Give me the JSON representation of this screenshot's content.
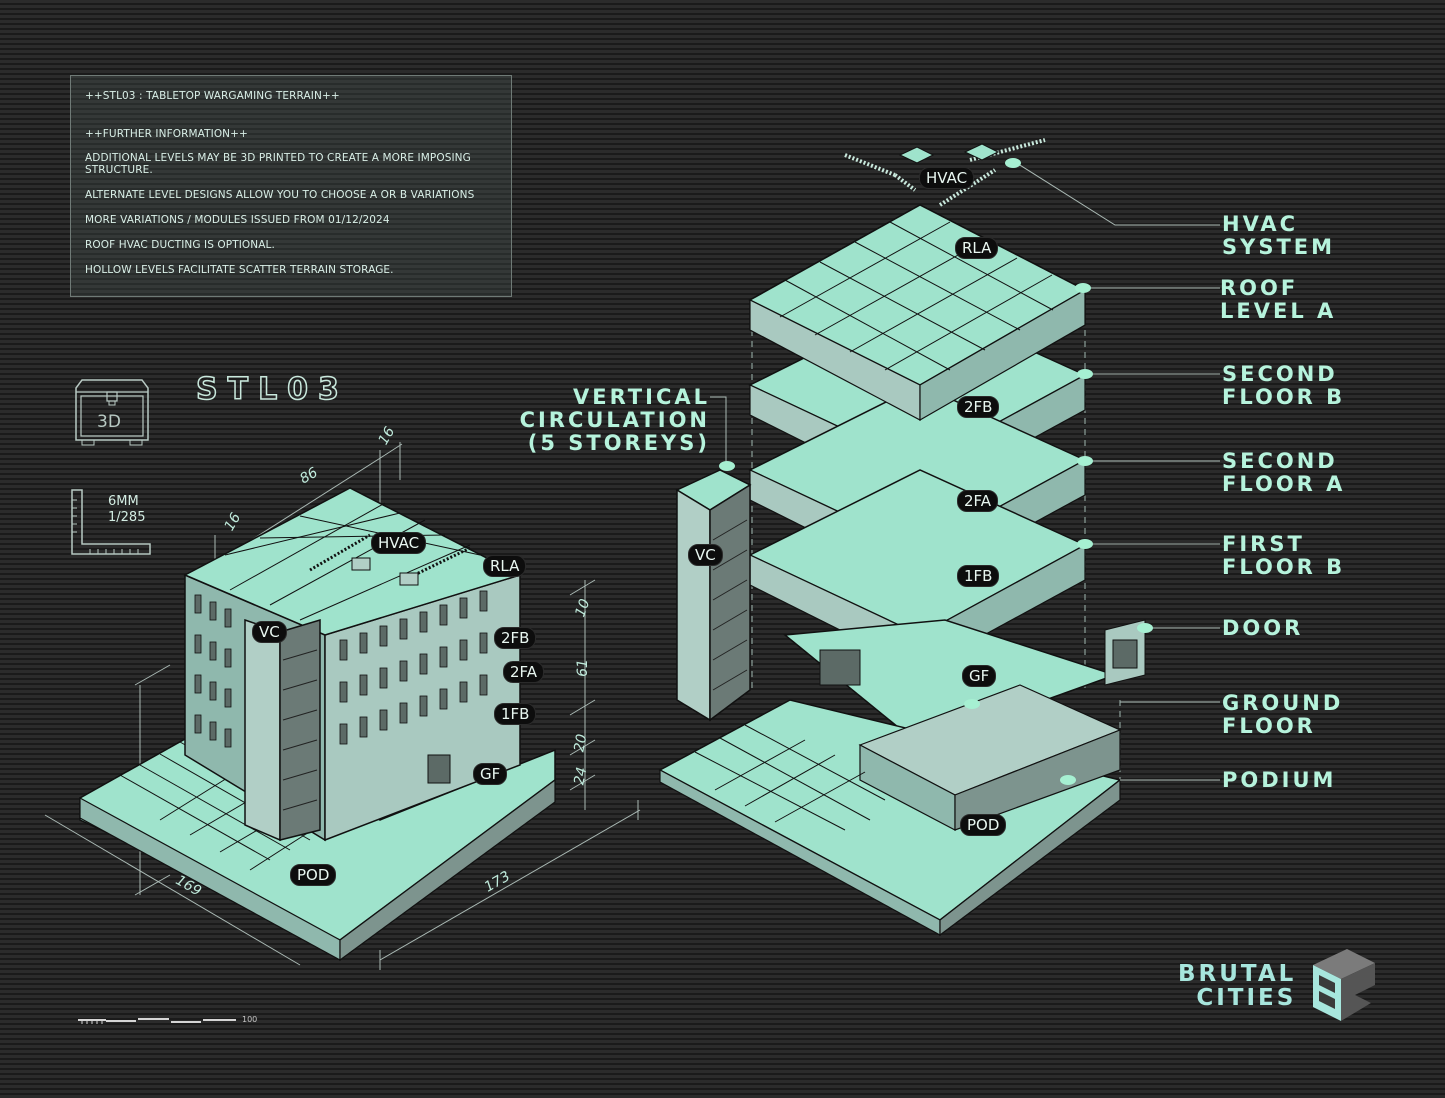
{
  "info_panel": {
    "title": "++STL03 : TABLETOP WARGAMING TERRAIN++",
    "subtitle": "++FURTHER INFORMATION++",
    "lines": [
      "ADDITIONAL LEVELS MAY BE 3D PRINTED TO CREATE A MORE IMPOSING STRUCTURE.",
      "ALTERNATE LEVEL DESIGNS ALLOW YOU TO CHOOSE A OR B VARIATIONS",
      "MORE VARIATIONS / MODULES ISSUED FROM 01/12/2024",
      "ROOF HVAC DUCTING IS OPTIONAL.",
      "HOLLOW LEVELS FACILITATE SCATTER TERRAIN STORAGE."
    ]
  },
  "header": {
    "model_code": "STL03",
    "printer_icon_label": "3D",
    "scale": {
      "size": "6MM",
      "ratio": "1/285"
    }
  },
  "assembled_view": {
    "tags": [
      "HVAC",
      "RLA",
      "VC",
      "2FB",
      "2FA",
      "1FB",
      "GF",
      "POD"
    ],
    "dimensions": {
      "top_depth": "86",
      "top_offset_a": "16",
      "top_offset_b": "16",
      "heights": [
        "10",
        "61",
        "20",
        "24"
      ],
      "base_left": "169",
      "base_right": "173"
    }
  },
  "exploded_view": {
    "tags": [
      "HVAC",
      "RLA",
      "2FB",
      "2FA",
      "1FB",
      "GF",
      "POD",
      "VC"
    ],
    "callout_vc": [
      "VERTICAL",
      "CIRCULATION",
      "(5 STOREYS)"
    ],
    "legend": [
      {
        "code": "HVAC",
        "label": [
          "HVAC",
          "SYSTEM"
        ]
      },
      {
        "code": "RLA",
        "label": [
          "ROOF",
          "LEVEL A"
        ]
      },
      {
        "code": "2FB",
        "label": [
          "SECOND",
          "FLOOR B"
        ]
      },
      {
        "code": "2FA",
        "label": [
          "SECOND",
          "FLOOR A"
        ]
      },
      {
        "code": "1FB",
        "label": [
          "FIRST",
          "FLOOR B"
        ]
      },
      {
        "code": "DOOR",
        "label": [
          "DOOR"
        ]
      },
      {
        "code": "GF",
        "label": [
          "GROUND",
          "FLOOR"
        ]
      },
      {
        "code": "POD",
        "label": [
          "PODIUM"
        ]
      }
    ]
  },
  "scale_bar": {
    "end_label": "100"
  },
  "brand": {
    "line1": "BRUTAL",
    "line2": "CITIES"
  },
  "colors": {
    "background": "#262626",
    "mint": "#9fe3cc",
    "mint_light": "#b6f3dc",
    "shade": "#8a9e98",
    "dark_shade": "#5c6a66",
    "outline": "#111111",
    "pill": "#0d0d0d"
  }
}
